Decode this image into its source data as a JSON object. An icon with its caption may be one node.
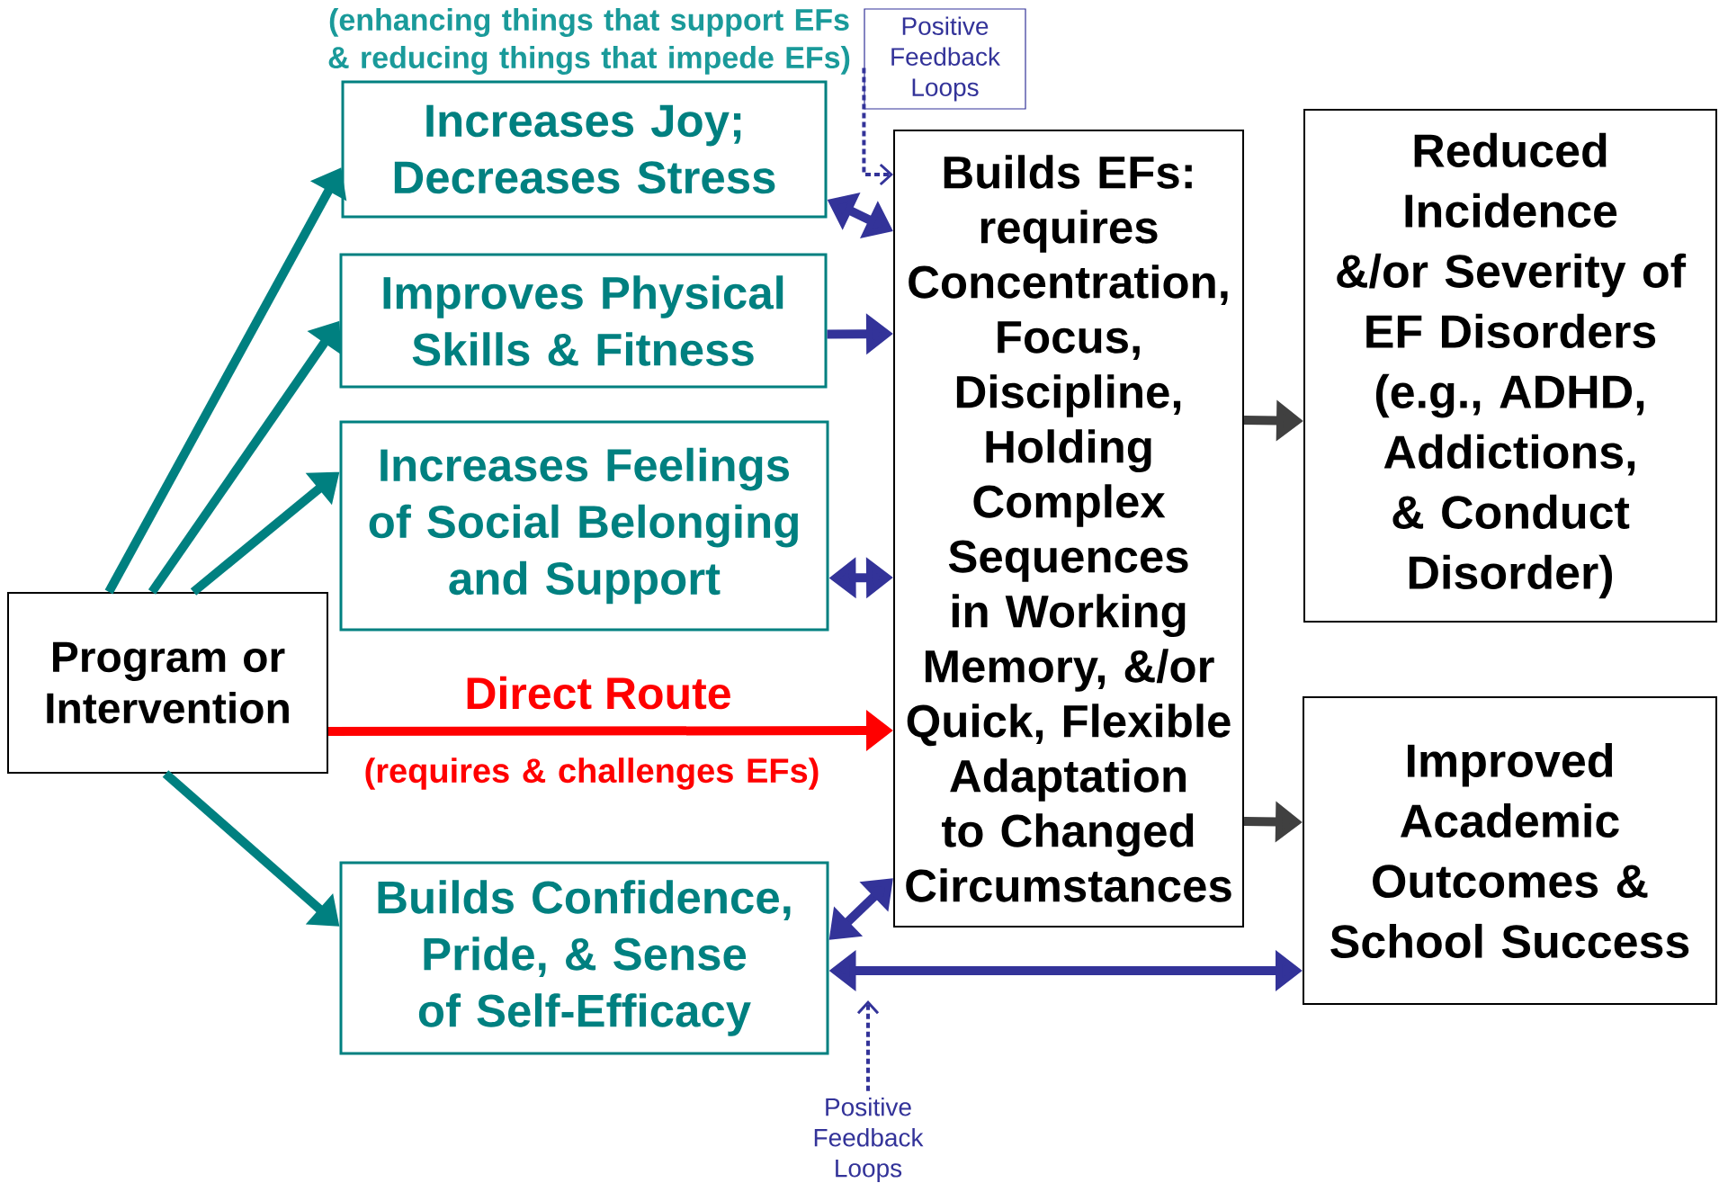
{
  "diagram": {
    "nodes": [
      {
        "text": [
          "Program or Intervention"
        ]
      },
      {
        "text": [
          "Increases Joy; Decreases Stress"
        ]
      },
      {
        "text": [
          "Improves Physical Skills & Fitness"
        ]
      },
      {
        "text": [
          "Increases Feelings of Social Belonging and Support"
        ]
      },
      {
        "text": [
          "Builds Confidence, Pride, & Sense of Self-Efficacy"
        ]
      },
      {
        "text": [
          "Builds EFs: requires Concentration, Focus, Discipline, Holding Complex Sequences in Working Memory, &/or Quick, Flexible Adaptation to Changed Circumstances"
        ]
      },
      {
        "text": [
          "Reduced Incidence &/or Severity of EF Disorders (e.g., ADHD, Addictions, & Conduct Disorder)"
        ]
      },
      {
        "text": [
          "Improved Academic Outcomes & School Success"
        ]
      },
      {
        "text": [
          "Positive Feedback Loops"
        ]
      },
      {
        "text": [
          "Positive Feedback Loops"
        ]
      }
    ],
    "edges": [
      {
        "from": 0,
        "to": 1,
        "arrow": "to",
        "color": "#008080"
      },
      {
        "from": 0,
        "to": 2,
        "arrow": "to",
        "color": "#008080"
      },
      {
        "from": 0,
        "to": 3,
        "arrow": "to",
        "color": "#008080"
      },
      {
        "from": 0,
        "to": 4,
        "arrow": "to",
        "color": "#008080"
      },
      {
        "from": 1,
        "to": 5,
        "arrow": "both"
      },
      {
        "from": 2,
        "to": 5,
        "arrow": "to"
      },
      {
        "from": 3,
        "to": 5,
        "arrow": "both"
      },
      {
        "from": 4,
        "to": 5,
        "arrow": "both"
      },
      {
        "from": 0,
        "to": 5,
        "arrow": "to",
        "color": "#ff0000",
        "label": "Direct Route"
      },
      {
        "from": 5,
        "to": 6,
        "arrow": "to",
        "color": "#404040"
      },
      {
        "from": 5,
        "to": 7,
        "arrow": "to",
        "color": "#404040"
      },
      {
        "from": 4,
        "to": 7,
        "arrow": "both"
      },
      {
        "from": 8,
        "to": 5,
        "arrow": "to",
        "style": "dashed"
      },
      {
        "from": 9,
        "to": null,
        "arrow": "to",
        "style": "dashed"
      }
    ],
    "labels": [
      "(enhancing things that support EFs & reducing things that impede EFs)",
      "(requires & challenges EFs)"
    ]
  }
}
